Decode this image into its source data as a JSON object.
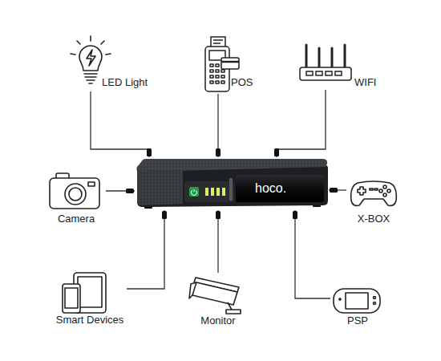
{
  "diagram": {
    "nodes": [
      {
        "text": [
          "LED Light"
        ]
      },
      {
        "text": [
          "POS"
        ]
      },
      {
        "text": [
          "WIFI"
        ]
      },
      {
        "text": [
          "Camera"
        ]
      },
      {
        "text": [
          "hoco."
        ]
      },
      {
        "text": [
          "X-BOX"
        ]
      },
      {
        "text": [
          "Smart Devices"
        ]
      },
      {
        "text": [
          "Monitor"
        ]
      },
      {
        "text": [
          "PSP"
        ]
      }
    ],
    "edges": [
      {
        "from": 4,
        "to": 0,
        "arrow": "none"
      },
      {
        "from": 4,
        "to": 1,
        "arrow": "none"
      },
      {
        "from": 4,
        "to": 2,
        "arrow": "none"
      },
      {
        "from": 4,
        "to": 3,
        "arrow": "none"
      },
      {
        "from": 4,
        "to": 5,
        "arrow": "none"
      },
      {
        "from": 4,
        "to": 6,
        "arrow": "none"
      },
      {
        "from": 4,
        "to": 7,
        "arrow": "none"
      },
      {
        "from": 4,
        "to": 8,
        "arrow": "none"
      }
    ]
  }
}
